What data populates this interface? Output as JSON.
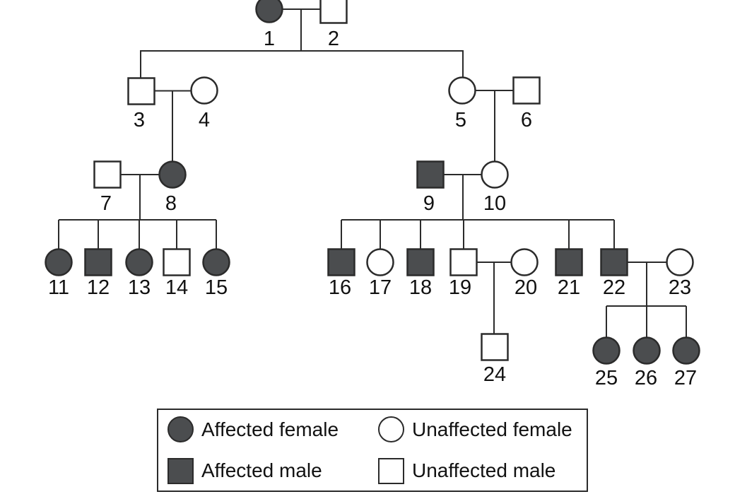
{
  "pedigree": {
    "type": "pedigree-chart",
    "individuals": [
      {
        "id": "1",
        "sex": "female",
        "affected": true
      },
      {
        "id": "2",
        "sex": "male",
        "affected": false
      },
      {
        "id": "3",
        "sex": "male",
        "affected": false
      },
      {
        "id": "4",
        "sex": "female",
        "affected": false
      },
      {
        "id": "5",
        "sex": "female",
        "affected": false
      },
      {
        "id": "6",
        "sex": "male",
        "affected": false
      },
      {
        "id": "7",
        "sex": "male",
        "affected": false
      },
      {
        "id": "8",
        "sex": "female",
        "affected": true
      },
      {
        "id": "9",
        "sex": "male",
        "affected": true
      },
      {
        "id": "10",
        "sex": "female",
        "affected": false
      },
      {
        "id": "11",
        "sex": "female",
        "affected": true
      },
      {
        "id": "12",
        "sex": "male",
        "affected": true
      },
      {
        "id": "13",
        "sex": "female",
        "affected": true
      },
      {
        "id": "14",
        "sex": "male",
        "affected": false
      },
      {
        "id": "15",
        "sex": "female",
        "affected": true
      },
      {
        "id": "16",
        "sex": "male",
        "affected": true
      },
      {
        "id": "17",
        "sex": "female",
        "affected": false
      },
      {
        "id": "18",
        "sex": "male",
        "affected": true
      },
      {
        "id": "19",
        "sex": "male",
        "affected": false
      },
      {
        "id": "20",
        "sex": "female",
        "affected": false
      },
      {
        "id": "21",
        "sex": "male",
        "affected": true
      },
      {
        "id": "22",
        "sex": "male",
        "affected": true
      },
      {
        "id": "23",
        "sex": "female",
        "affected": false
      },
      {
        "id": "24",
        "sex": "male",
        "affected": false
      },
      {
        "id": "25",
        "sex": "female",
        "affected": true
      },
      {
        "id": "26",
        "sex": "female",
        "affected": true
      },
      {
        "id": "27",
        "sex": "female",
        "affected": true
      }
    ],
    "families": [
      {
        "partners": [
          "1",
          "2"
        ],
        "children": [
          "3",
          "5"
        ]
      },
      {
        "partners": [
          "3",
          "4"
        ],
        "children": [
          "8"
        ]
      },
      {
        "partners": [
          "5",
          "6"
        ],
        "children": [
          "10"
        ]
      },
      {
        "partners": [
          "7",
          "8"
        ],
        "children": [
          "11",
          "12",
          "13",
          "14",
          "15"
        ]
      },
      {
        "partners": [
          "9",
          "10"
        ],
        "children": [
          "16",
          "17",
          "18",
          "19",
          "21",
          "22"
        ]
      },
      {
        "partners": [
          "19",
          "20"
        ],
        "children": [
          "24"
        ]
      },
      {
        "partners": [
          "22",
          "23"
        ],
        "children": [
          "25",
          "26",
          "27"
        ]
      }
    ]
  },
  "legend": {
    "items": [
      {
        "label": "Affected female",
        "symbol": "circle",
        "filled": true
      },
      {
        "label": "Unaffected female",
        "symbol": "circle",
        "filled": false
      },
      {
        "label": "Affected male",
        "symbol": "square",
        "filled": true
      },
      {
        "label": "Unaffected male",
        "symbol": "square",
        "filled": false
      }
    ]
  },
  "colors": {
    "affected-fill": "#4b4d4f",
    "line": "#2b2b2b",
    "text": "#111111",
    "background": "#ffffff"
  }
}
